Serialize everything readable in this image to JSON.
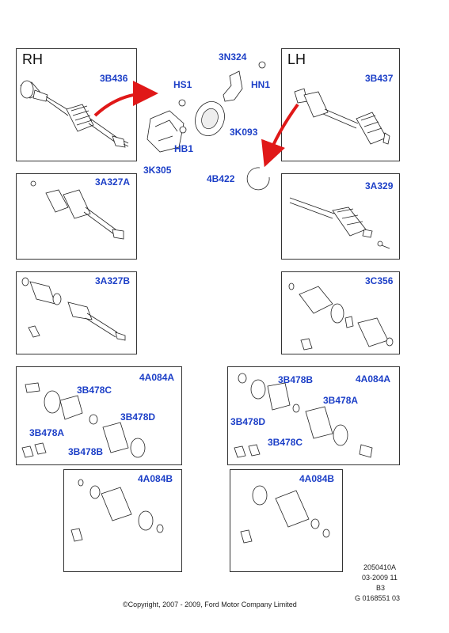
{
  "panels": {
    "rh": {
      "side": "RH",
      "part": "3B436"
    },
    "lh": {
      "side": "LH",
      "part": "3B437"
    },
    "r2": {
      "part": "3A327A"
    },
    "l2": {
      "part": "3A329"
    },
    "r3": {
      "part": "3A327B"
    },
    "l3": {
      "part": "3C356"
    },
    "r4": {
      "part": "4A084A",
      "labels": [
        "3B478C",
        "3B478D",
        "3B478A",
        "3B478B"
      ]
    },
    "l4": {
      "part": "4A084A",
      "labels": [
        "3B478B",
        "3B478A",
        "3B478D",
        "3B478C"
      ]
    },
    "r5": {
      "part": "4A084B"
    },
    "l5": {
      "part": "4A084B"
    }
  },
  "center": {
    "labels": [
      "3N324",
      "HS1",
      "HN1",
      "3K093",
      "HB1",
      "3K305",
      "4B422"
    ]
  },
  "footer": {
    "ref": "2050410A",
    "date": "03-2009 11",
    "code": "B3",
    "number": "G 0168551 03",
    "copyright": "©Copyright, 2007 - 2009, Ford Motor Company Limited"
  },
  "colors": {
    "label": "#1c3fc7",
    "arrow": "#e01818",
    "border": "#333333"
  }
}
